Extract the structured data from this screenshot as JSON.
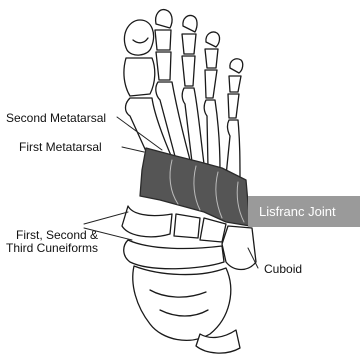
{
  "labels": {
    "second_metatarsal": "Second Metatarsal",
    "first_metatarsal": "First Metatarsal",
    "cuneiforms_line1": "First, Second &",
    "cuneiforms_line2": "Third Cuneiforms",
    "cuboid": "Cuboid",
    "lisfranc_joint": "Lisfranc Joint"
  },
  "colors": {
    "ink": "#1a1a1a",
    "joint_band": "#555555",
    "callout_box": "#9a9a9a",
    "callout_text": "#ffffff"
  }
}
